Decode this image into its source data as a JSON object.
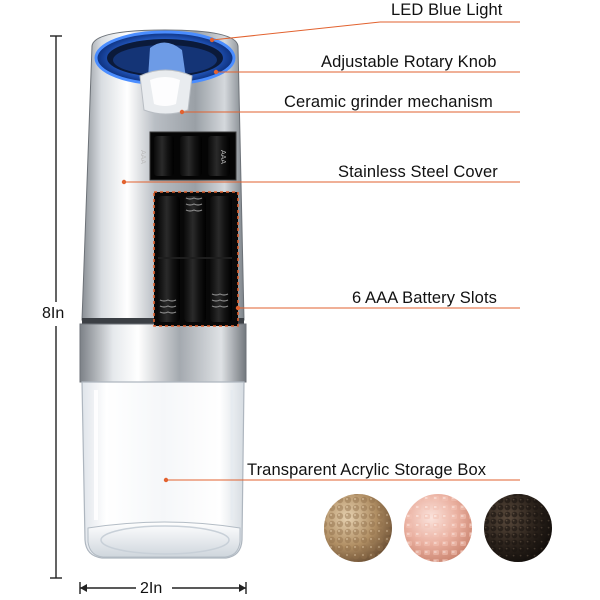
{
  "callouts": [
    {
      "id": "led",
      "text": "LED Blue Light"
    },
    {
      "id": "knob",
      "text": "Adjustable Rotary Knob"
    },
    {
      "id": "ceramic",
      "text": "Ceramic grinder mechanism"
    },
    {
      "id": "steel",
      "text": "Stainless Steel Cover"
    },
    {
      "id": "battery",
      "text": "6 AAA Battery Slots"
    },
    {
      "id": "acrylic",
      "text": "Transparent Acrylic Storage Box"
    }
  ],
  "dimensions": {
    "height": "8In",
    "width": "2In"
  },
  "battery_marking": "AAA",
  "spice_samples": [
    "white-peppercorns",
    "pink-himalayan-salt",
    "black-peppercorns"
  ],
  "colors": {
    "led_blue": "#2f7dff",
    "steel": "#c9cdd2",
    "line": "#e2622f",
    "text": "#111111"
  }
}
